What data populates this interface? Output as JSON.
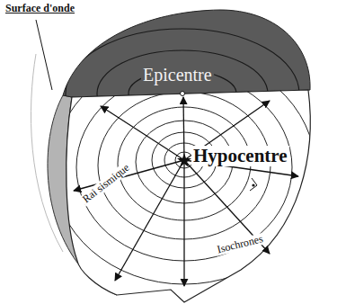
{
  "diagram": {
    "labels": [
      "Surface d'onde",
      "Epicentre",
      "Hypocentre",
      "Rai sismique",
      "Isochrones"
    ]
  }
}
